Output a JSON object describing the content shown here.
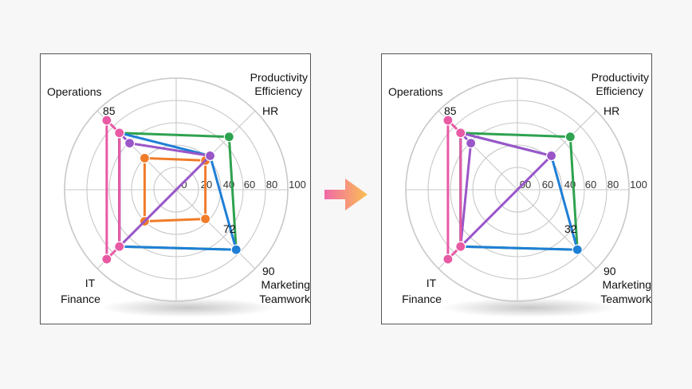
{
  "chart_data": [
    {
      "type": "radar",
      "axis_labels": [
        {
          "lines": [
            "Operations"
          ]
        },
        {
          "lines": [
            "Productivity",
            "Efficiency"
          ]
        },
        {
          "lines": [
            "HR"
          ]
        },
        {
          "lines": [
            "90"
          ]
        },
        {
          "lines": [
            "Marketing",
            "Teamwork"
          ]
        },
        {
          "lines": [
            "IT",
            "Finance"
          ]
        }
      ],
      "radial_ticks": [
        "0",
        "20",
        "40",
        "60",
        "80",
        "100"
      ],
      "value_labels": [
        "85",
        "72"
      ],
      "rlim": [
        0,
        100
      ],
      "spokes": 8,
      "grid": true,
      "series": [
        {
          "color": "#2ea24f",
          "points": [
            [
              -45,
              67
            ],
            [
              45,
              76
            ],
            [
              135,
              72
            ],
            [
              -135,
              72
            ]
          ]
        },
        {
          "color": "#1f7fd6",
          "points": [
            [
              -45,
              43
            ],
            [
              45,
              76
            ],
            [
              135,
              72
            ],
            [
              -135,
              72
            ]
          ]
        },
        {
          "color": "#f07c2a",
          "points": [
            [
              -45,
              37
            ],
            [
              45,
              37
            ],
            [
              135,
              40
            ],
            [
              -135,
              40
            ]
          ]
        },
        {
          "color": "#9a56c8",
          "points": [
            [
              -45,
              43
            ],
            [
              135,
              72
            ],
            [
              -135,
              72
            ],
            [
              -135,
              59
            ]
          ]
        },
        {
          "color": "#e85aa4",
          "points": [
            [
              -135,
              72
            ],
            [
              135,
              72
            ],
            [
              135,
              88
            ],
            [
              -135,
              88
            ]
          ]
        }
      ]
    },
    {
      "type": "radar",
      "axis_labels": [
        {
          "lines": [
            "Operations"
          ]
        },
        {
          "lines": [
            "Productivity",
            "Efficiency"
          ]
        },
        {
          "lines": [
            "HR"
          ]
        },
        {
          "lines": [
            "90"
          ]
        },
        {
          "lines": [
            "Marketing",
            "Teamwork"
          ]
        },
        {
          "lines": [
            "IT",
            "Finance"
          ]
        }
      ],
      "radial_ticks": [
        "00",
        "60",
        "40",
        "60",
        "80",
        "100"
      ],
      "value_labels": [
        "85",
        "32"
      ],
      "rlim": [
        0,
        100
      ],
      "spokes": 8,
      "grid": true,
      "series": [
        {
          "color": "#2ea24f",
          "points": [
            [
              -45,
              67
            ],
            [
              45,
              76
            ],
            [
              135,
              72
            ],
            [
              -135,
              72
            ]
          ]
        },
        {
          "color": "#1f7fd6",
          "points": [
            [
              -45,
              43
            ],
            [
              45,
              76
            ],
            [
              135,
              72
            ],
            [
              -135,
              72
            ]
          ]
        },
        {
          "color": "#9a56c8",
          "points": [
            [
              -45,
              43
            ],
            [
              -135,
              72
            ],
            [
              -135,
              59
            ],
            [
              135,
              72
            ]
          ]
        },
        {
          "color": "#e85aa4",
          "points": [
            [
              -135,
              72
            ],
            [
              135,
              72
            ],
            [
              135,
              88
            ],
            [
              -135,
              88
            ]
          ]
        }
      ]
    }
  ],
  "colors": {
    "arrow_start": "#f06aa8",
    "arrow_end": "#fbbf52"
  }
}
